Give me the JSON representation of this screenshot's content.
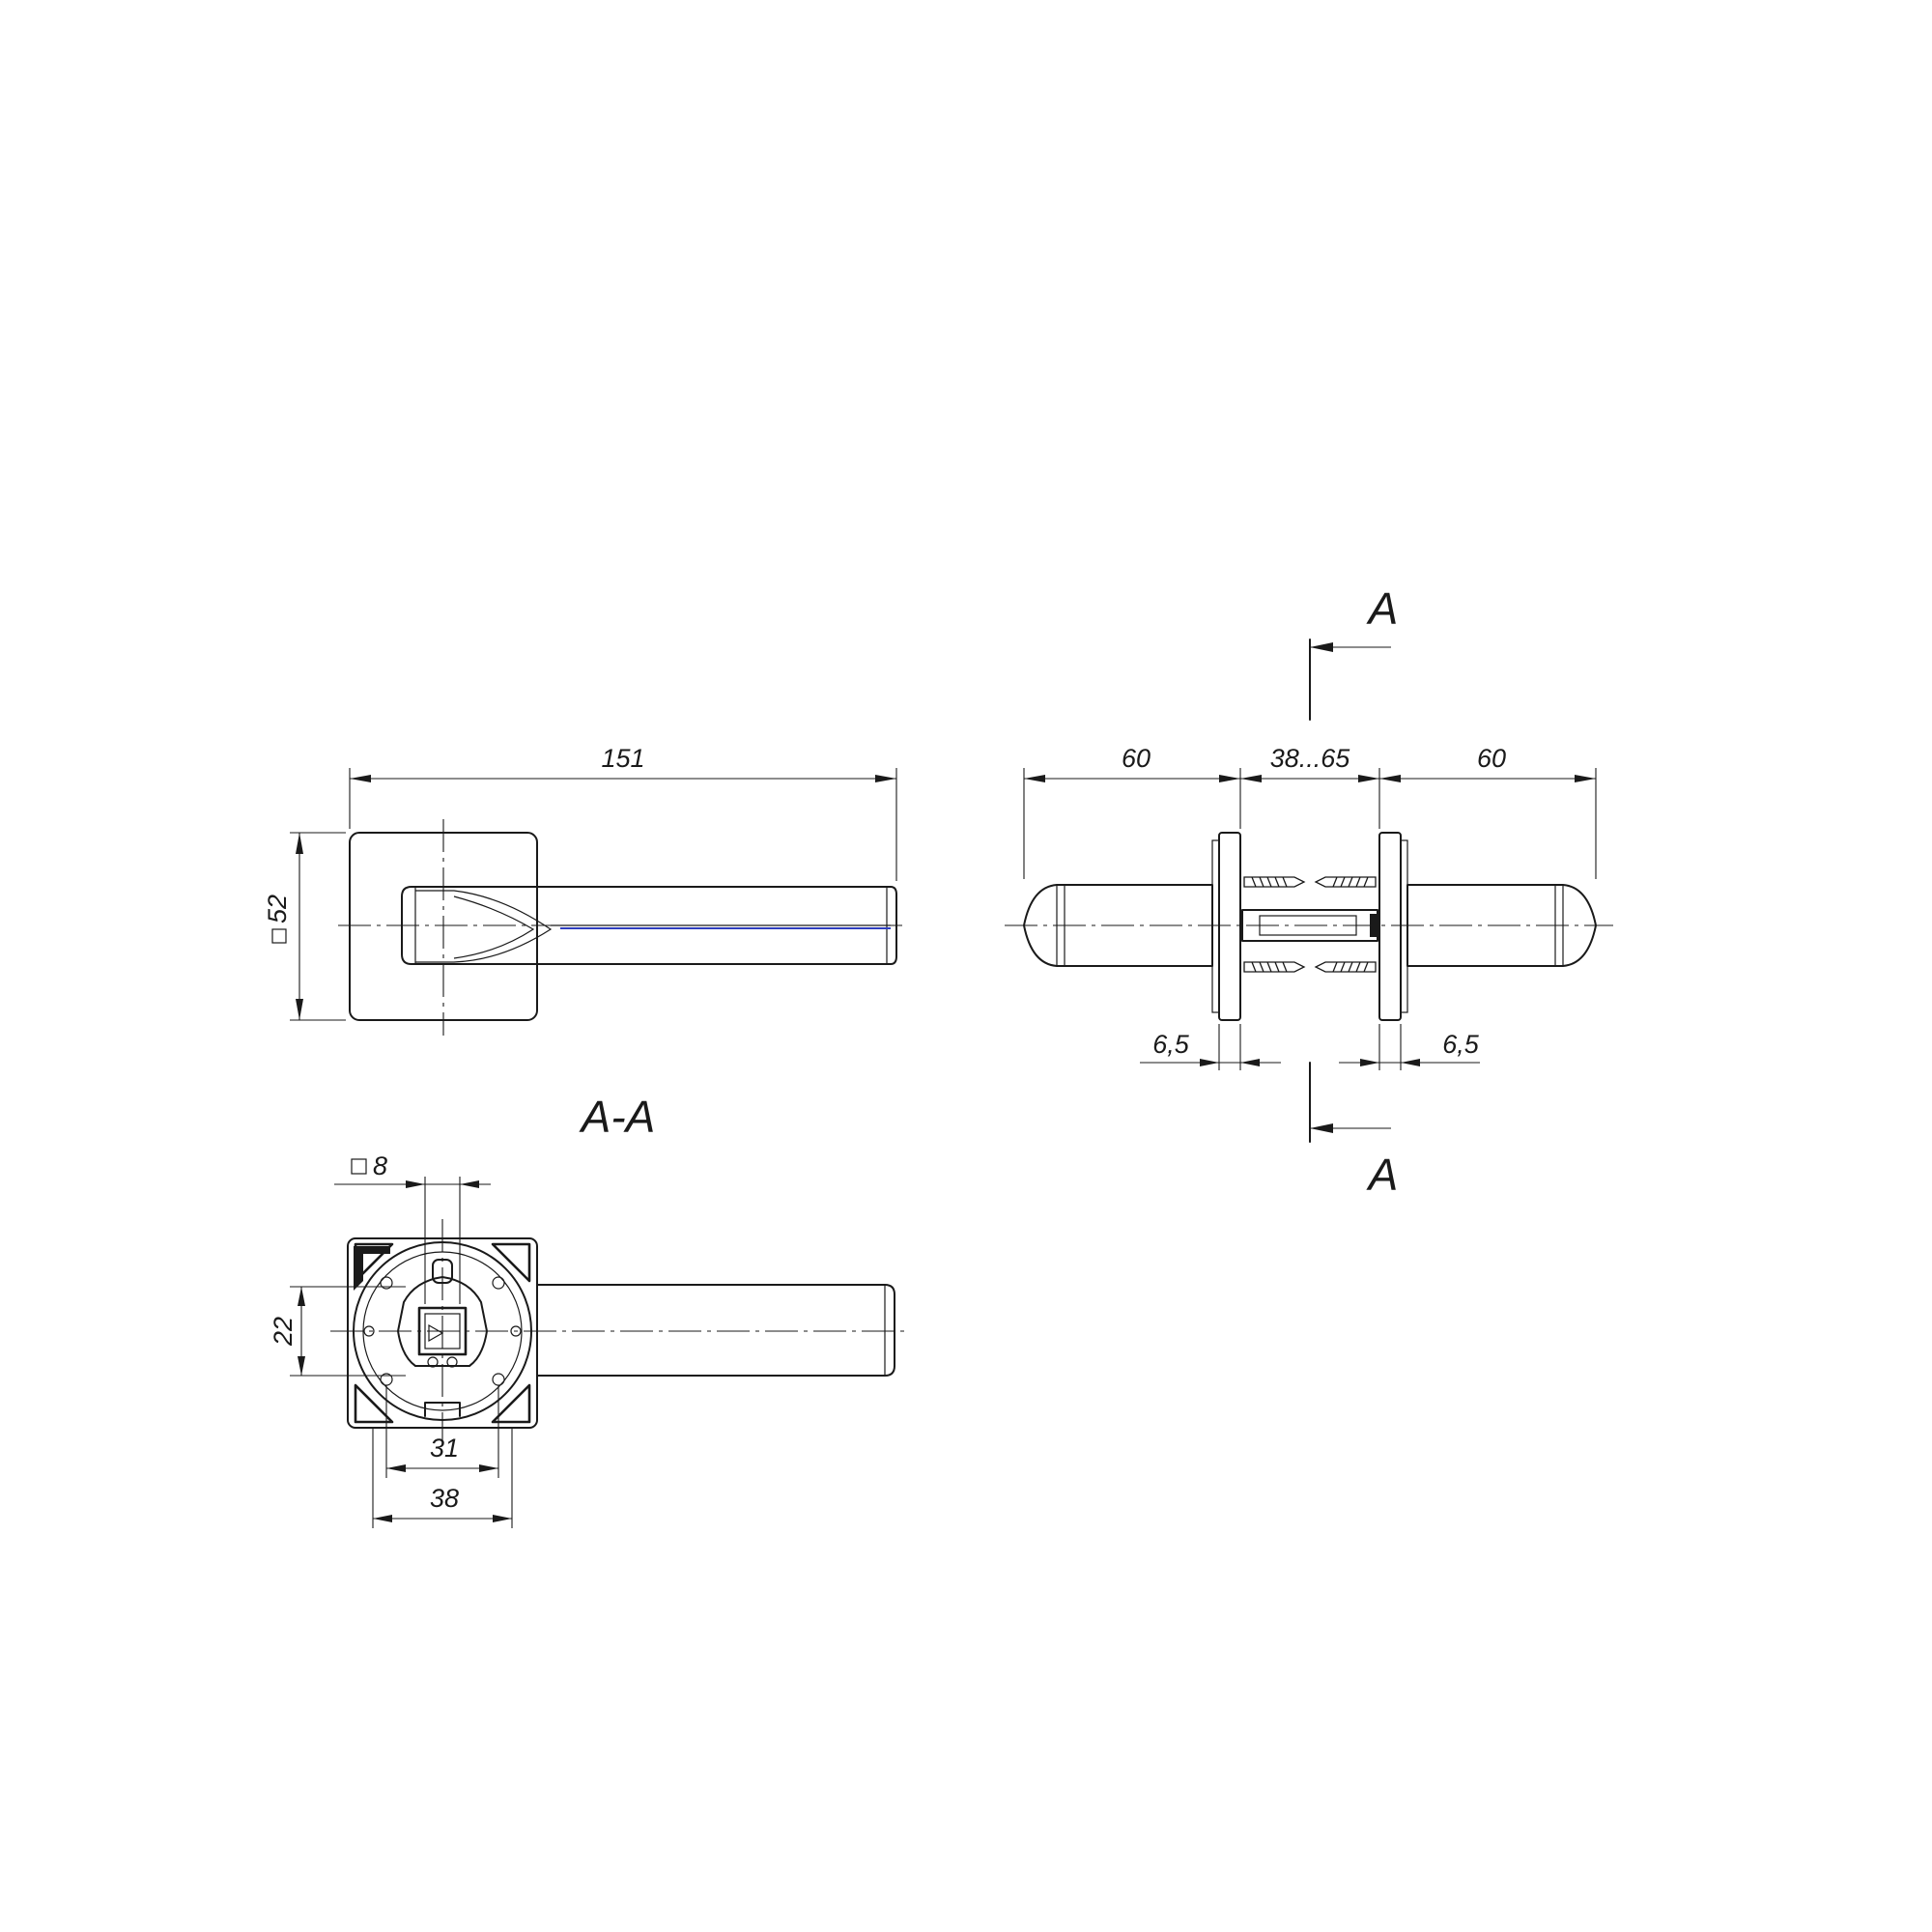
{
  "front_view": {
    "length_dim": "151",
    "rose_size_dim": "52",
    "square_symbol": "□"
  },
  "section_view": {
    "title": "A-A",
    "spindle_dim": "8",
    "square_symbol": "□",
    "height_dim": "22",
    "hole_spacing_dim": "31",
    "rose_width_dim": "38"
  },
  "side_view": {
    "handle_left_dim": "60",
    "door_range_dim": "38...65",
    "handle_right_dim": "60",
    "rose_thickness_left_dim": "6,5",
    "rose_thickness_right_dim": "6,5",
    "section_mark_top": "A",
    "section_mark_bottom": "A"
  },
  "accent_color": "#2f3fbf"
}
